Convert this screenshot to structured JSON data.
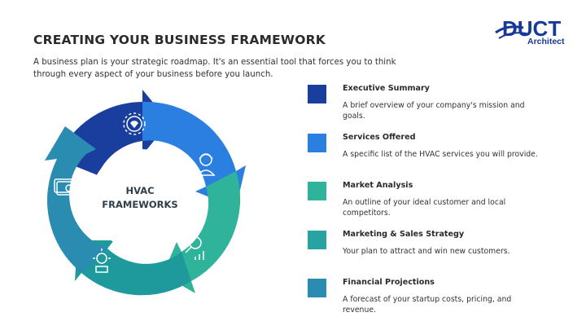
{
  "header": {
    "title": "CREATING YOUR BUSINESS FRAMEWORK",
    "intro": " A business plan is your strategic roadmap. It's an essential tool that forces you to think through every aspect of your business before you launch."
  },
  "logo": {
    "wordmark": "DUCT",
    "subtitle": "Architect",
    "color": "#16399a"
  },
  "cycle": {
    "center_line1": "HVAC",
    "center_line2": "FRAMEWORKS",
    "segment_colors": [
      "#1a3e9e",
      "#2a7fe0",
      "#2fb39a",
      "#27a3a3",
      "#2a8cb0"
    ],
    "icons": [
      "gear-heart-icon",
      "support-agent-icon",
      "magnifier-chart-icon",
      "lightbulb-team-icon",
      "money-icon"
    ]
  },
  "items": [
    {
      "title": "Executive Summary",
      "description": "A brief overview of your company's mission and goals.",
      "color": "#1a3e9e"
    },
    {
      "title": "Services Offered",
      "description": "A specific list of the HVAC services you will provide.",
      "color": "#2a7fe0"
    },
    {
      "title": "Market Analysis",
      "description": "An outline of your ideal customer and local competitors.",
      "color": "#2fb39a"
    },
    {
      "title": "Marketing & Sales Strategy",
      "description": "Your plan to attract and win new customers.",
      "color": "#27a3a3"
    },
    {
      "title": "Financial Projections",
      "description": "A forecast of your startup costs, pricing, and revenue.",
      "color": "#2a8cb0"
    }
  ]
}
